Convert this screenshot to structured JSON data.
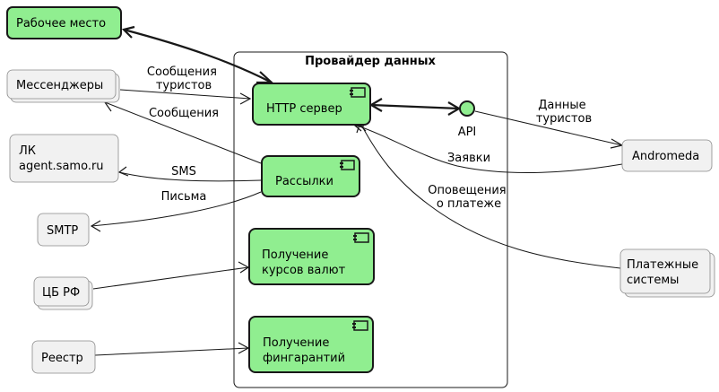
{
  "diagram": {
    "container": {
      "title": "Провайдер данных"
    },
    "nodes": {
      "workplace": {
        "label": "Рабочее место",
        "color": "#90EE90"
      },
      "messengers": {
        "label": "Мессенджеры",
        "color": "#F1F1F1",
        "stacked": true
      },
      "lk": {
        "lines": [
          "ЛК",
          "agent.samo.ru"
        ],
        "color": "#F1F1F1"
      },
      "smtp": {
        "label": "SMTP",
        "color": "#F1F1F1"
      },
      "cbrf": {
        "label": "ЦБ РФ",
        "color": "#F1F1F1",
        "stacked": true
      },
      "registry": {
        "label": "Реестр",
        "color": "#F1F1F1"
      },
      "http": {
        "label": "HTTP сервер",
        "color": "#90EE90",
        "icon": "component-icon"
      },
      "mailing": {
        "label": "Рассылки",
        "color": "#90EE90",
        "icon": "component-icon"
      },
      "rates": {
        "lines": [
          "Получение",
          "курсов валют"
        ],
        "color": "#90EE90",
        "icon": "component-icon"
      },
      "guarantees": {
        "lines": [
          "Получение",
          "фингарантий"
        ],
        "color": "#90EE90",
        "icon": "component-icon"
      },
      "api": {
        "label": "API",
        "color": "#90EE90"
      },
      "andromeda": {
        "label": "Andromeda",
        "color": "#F1F1F1"
      },
      "payments": {
        "lines": [
          "Платежные",
          "системы"
        ],
        "color": "#F1F1F1",
        "stacked": true
      }
    },
    "edges": {
      "messengers_http": {
        "lines": [
          "Сообщения",
          "туристов"
        ]
      },
      "mailing_messengers": {
        "label": "Сообщения"
      },
      "mailing_lk": {
        "label": "SMS"
      },
      "mailing_smtp": {
        "label": "Письма"
      },
      "api_andromeda": {
        "lines": [
          "Данные",
          "туристов"
        ]
      },
      "andromeda_http": {
        "label": "Заявки"
      },
      "payments_http": {
        "lines": [
          "Оповещения",
          "о платеже"
        ]
      }
    }
  }
}
